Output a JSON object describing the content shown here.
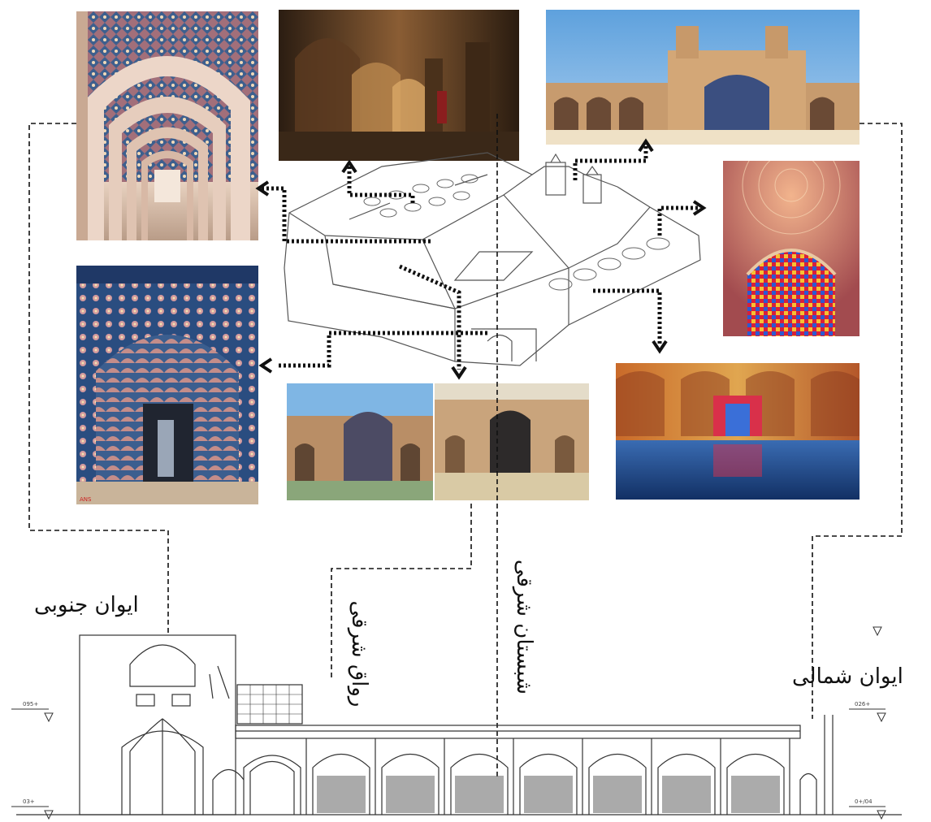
{
  "labels": {
    "south_iwan": "ایوان جنوبی",
    "north_iwan": "ایوان شمالی",
    "east_portico": "رواق شرقی",
    "east_prayer_hall": "شبستان شرقی"
  },
  "elevation_marks": {
    "left_upper": "095+",
    "left_lower": "03+",
    "right_upper": "026+",
    "right_lower": "0+/04"
  },
  "watermark": "ANS",
  "colors": {
    "line": "#111111",
    "tile_blue": "#2b5c8c",
    "tile_pink": "#c98a86",
    "brick": "#d9b48c",
    "sky": "#7fb3e0"
  }
}
